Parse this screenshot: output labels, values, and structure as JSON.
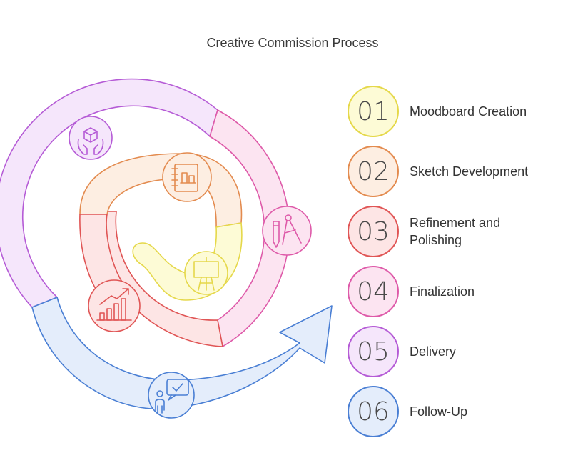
{
  "title": "Creative Commission Process",
  "steps": [
    {
      "number": "01",
      "label": "Moodboard Creation",
      "icon": "box-in-hands-icon",
      "stroke": "#e5d84a",
      "fill": "#fdfbd6"
    },
    {
      "number": "02",
      "label": "Sketch Development",
      "icon": "sketchbook-icon",
      "stroke": "#e38b4f",
      "fill": "#fdeee2"
    },
    {
      "number": "03",
      "label": "Refinement and Polishing",
      "icon": "chart-growth-icon",
      "stroke": "#e05555",
      "fill": "#fde5e5"
    },
    {
      "number": "04",
      "label": "Finalization",
      "icon": "pen-compass-icon",
      "stroke": "#de5aa9",
      "fill": "#fce4f1"
    },
    {
      "number": "05",
      "label": "Delivery",
      "icon": "box-in-hands-icon",
      "stroke": "#b55bd6",
      "fill": "#f5e6fb"
    },
    {
      "number": "06",
      "label": "Follow-Up",
      "icon": "person-chat-check-icon",
      "stroke": "#4a7fd4",
      "fill": "#e4edfb"
    }
  ]
}
